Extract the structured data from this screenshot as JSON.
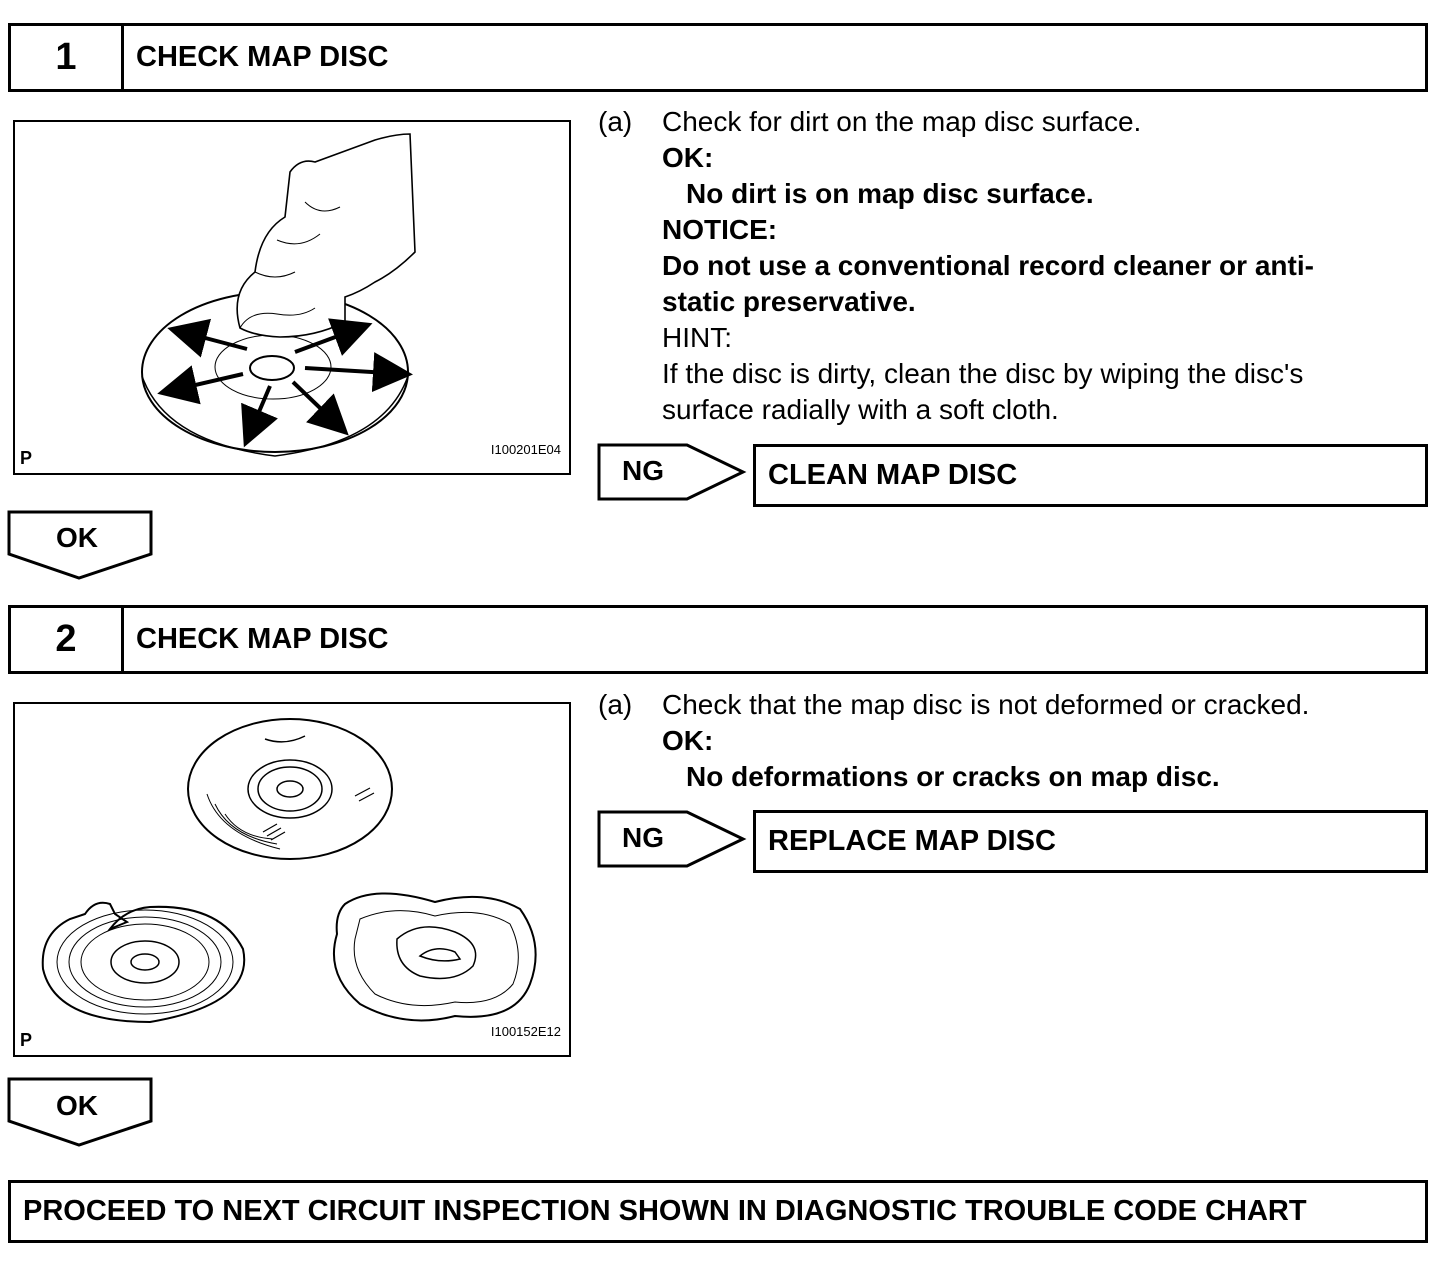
{
  "step1": {
    "number": "1",
    "title": "CHECK MAP DISC",
    "figure": {
      "corner_label": "P",
      "code": "I100201E04"
    },
    "item": "(a)",
    "instruction": "Check for dirt on the map disc surface.",
    "ok_label": "OK:",
    "ok_text": "No dirt is on map disc surface.",
    "notice_label": "NOTICE:",
    "notice_line1": "Do not use a conventional record cleaner or anti-",
    "notice_line2": "static preservative.",
    "hint_label": "HINT:",
    "hint_line1": "If the disc is dirty, clean the disc by wiping the disc's",
    "hint_line2": "surface radially with a soft cloth.",
    "ng_label": "NG",
    "ng_result": "CLEAN MAP DISC",
    "ok_arrow": "OK"
  },
  "step2": {
    "number": "2",
    "title": "CHECK MAP DISC",
    "figure": {
      "corner_label": "P",
      "code": "I100152E12"
    },
    "item": "(a)",
    "instruction": "Check that the map disc is not deformed or cracked.",
    "ok_label": "OK:",
    "ok_text": "No deformations or cracks on map disc.",
    "ng_label": "NG",
    "ng_result": "REPLACE MAP DISC",
    "ok_arrow": "OK"
  },
  "final": "PROCEED TO NEXT CIRCUIT INSPECTION SHOWN IN DIAGNOSTIC TROUBLE CODE CHART"
}
